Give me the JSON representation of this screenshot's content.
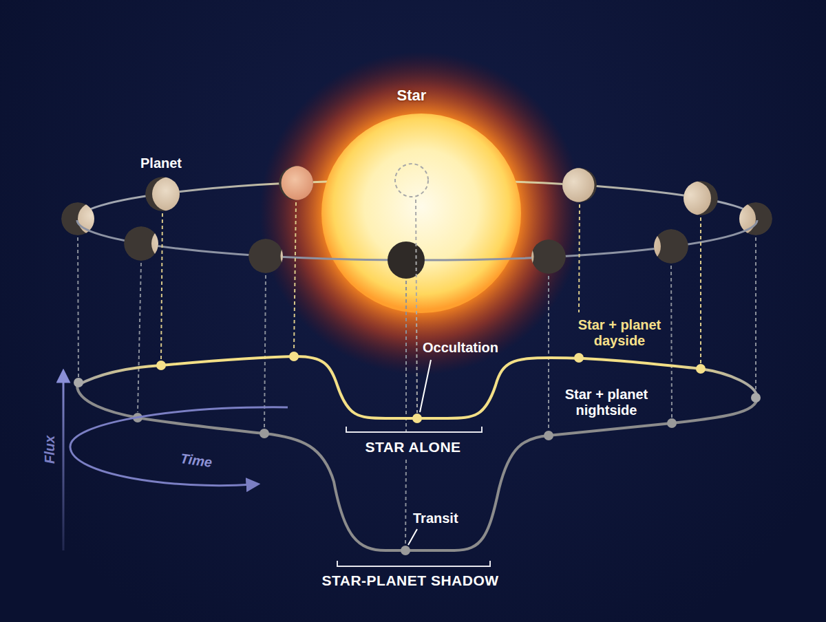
{
  "diagram": {
    "labels": [
      "Star",
      "Planet",
      "Occultation",
      "Star + planet dayside",
      "Star + planet nightside",
      "STAR ALONE",
      "Transit",
      "STAR-PLANET SHADOW",
      "Flux",
      "Time"
    ]
  }
}
